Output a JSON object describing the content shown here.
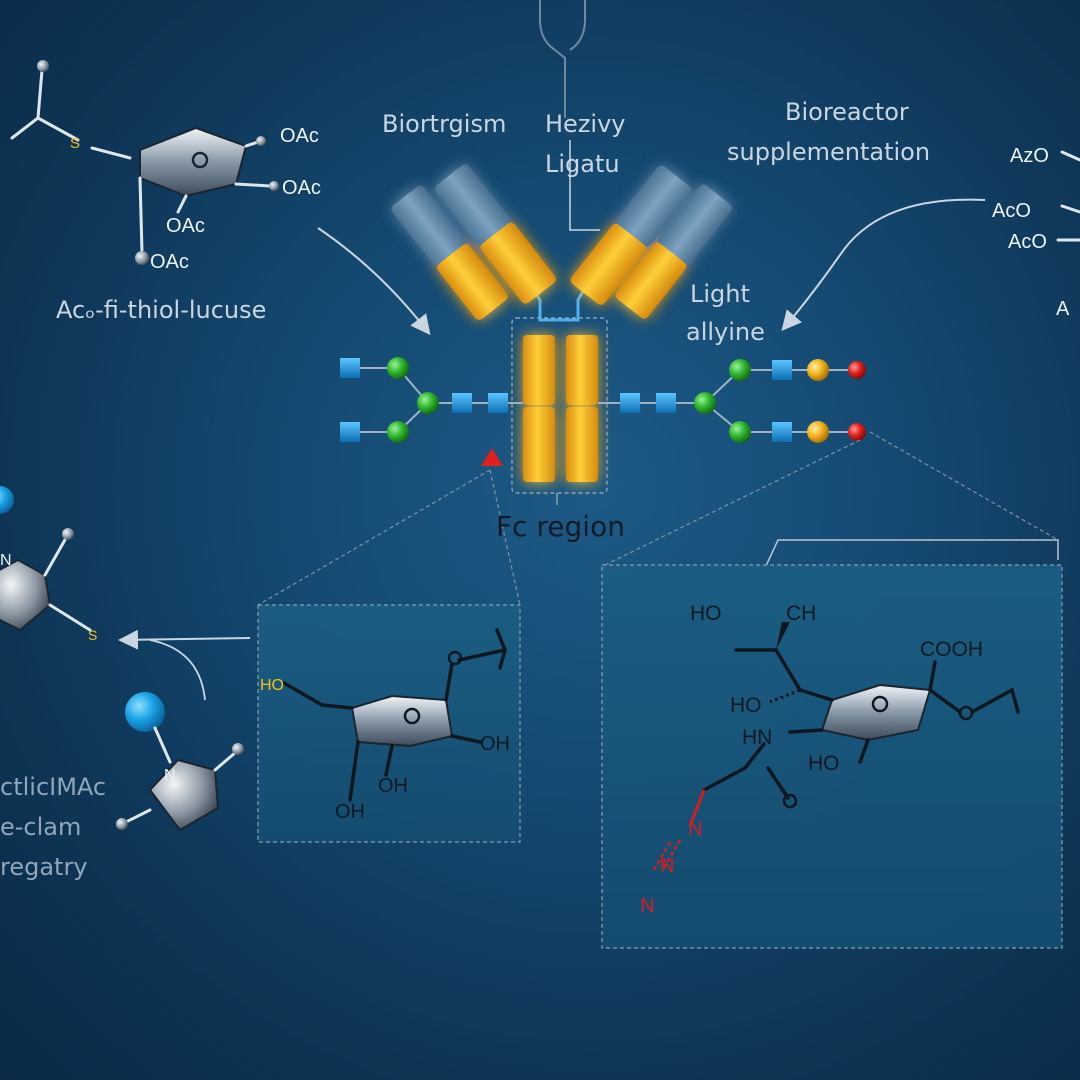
{
  "labels": {
    "top_left_a": "Biortrgism",
    "top_left_b": "Hezivy",
    "top_left_c": "Ligatu",
    "top_right_a": "Bioreactor",
    "top_right_b": "supplementation",
    "light_a": "Light",
    "light_b": "allyine",
    "fc_region": "Fc region",
    "thiol_sugar": "Acₒ-fi-thiol-lucuse",
    "left_bottom_a": "ctlicIMAc",
    "left_bottom_b": "e-clam",
    "left_bottom_c": "regatry",
    "right_edge_a": "AzO",
    "right_edge_b": "AcO",
    "right_edge_c": "AcO",
    "right_edge_d": "A"
  },
  "chem": {
    "oac_1": "OAc",
    "oac_2": "OAc",
    "oac_3": "OAc",
    "oac_4": "OAc",
    "s_top": "S",
    "s_left": "S",
    "n_left1": "N",
    "n_left2": "N",
    "box1_ho": "HO",
    "box1_oh1": "OH",
    "box1_oh2": "OH",
    "box1_oh3": "OH",
    "box2_ho": "HO",
    "box2_ch": "CH",
    "box2_cooh": "COOH",
    "box2_ho2": "HO",
    "box2_hn": "HN",
    "box2_ho3": "HO",
    "azide_n1": "N",
    "azide_n2": "N",
    "azide_n3": "N"
  },
  "colors": {
    "heavy_chain": "#f4b12a",
    "light_chain": "#5b86a8",
    "node_blue": "#1d8fd6",
    "node_green": "#2fb52f",
    "node_yellow": "#f2b21c",
    "node_red": "#e0201c",
    "thiol_yellow": "#f2c21c",
    "azide_red": "#d41e1e"
  },
  "icons": {
    "triangle": "red-triangle-marker-icon",
    "arrow": "curved-arrow-icon"
  }
}
